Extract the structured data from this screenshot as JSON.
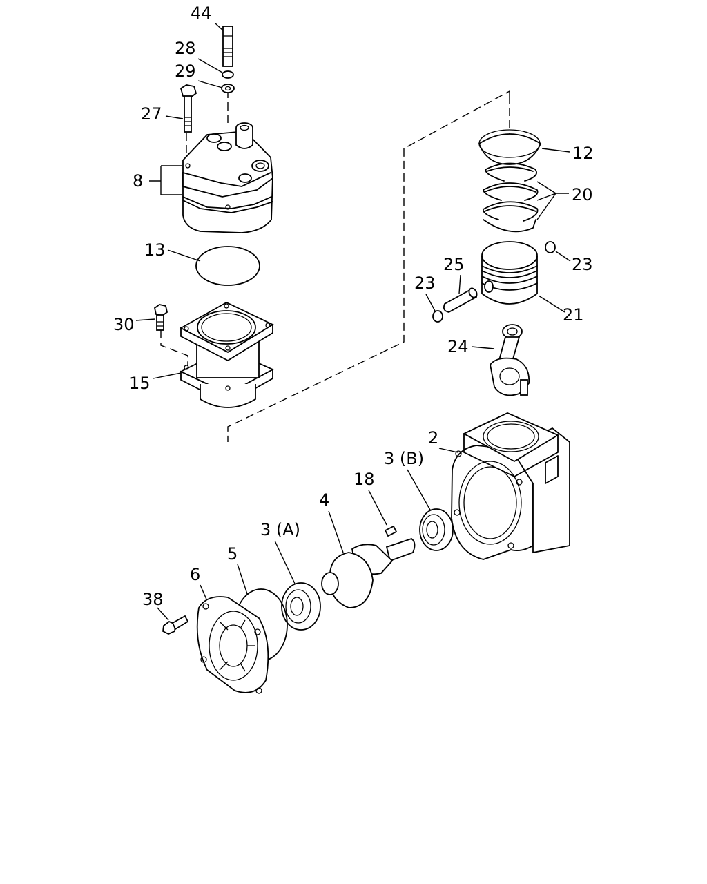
{
  "labels": {
    "p44": "44",
    "p28": "28",
    "p29": "29",
    "p27": "27",
    "p8": "8",
    "p13": "13",
    "p30": "30",
    "p15": "15",
    "p12": "12",
    "p20": "20",
    "p25": "25",
    "p23a": "23",
    "p23b": "23",
    "p21": "21",
    "p24": "24",
    "p2": "2",
    "p3b": "3 (B)",
    "p18": "18",
    "p4": "4",
    "p3a": "3 (A)",
    "p5": "5",
    "p6": "6",
    "p38": "38"
  }
}
